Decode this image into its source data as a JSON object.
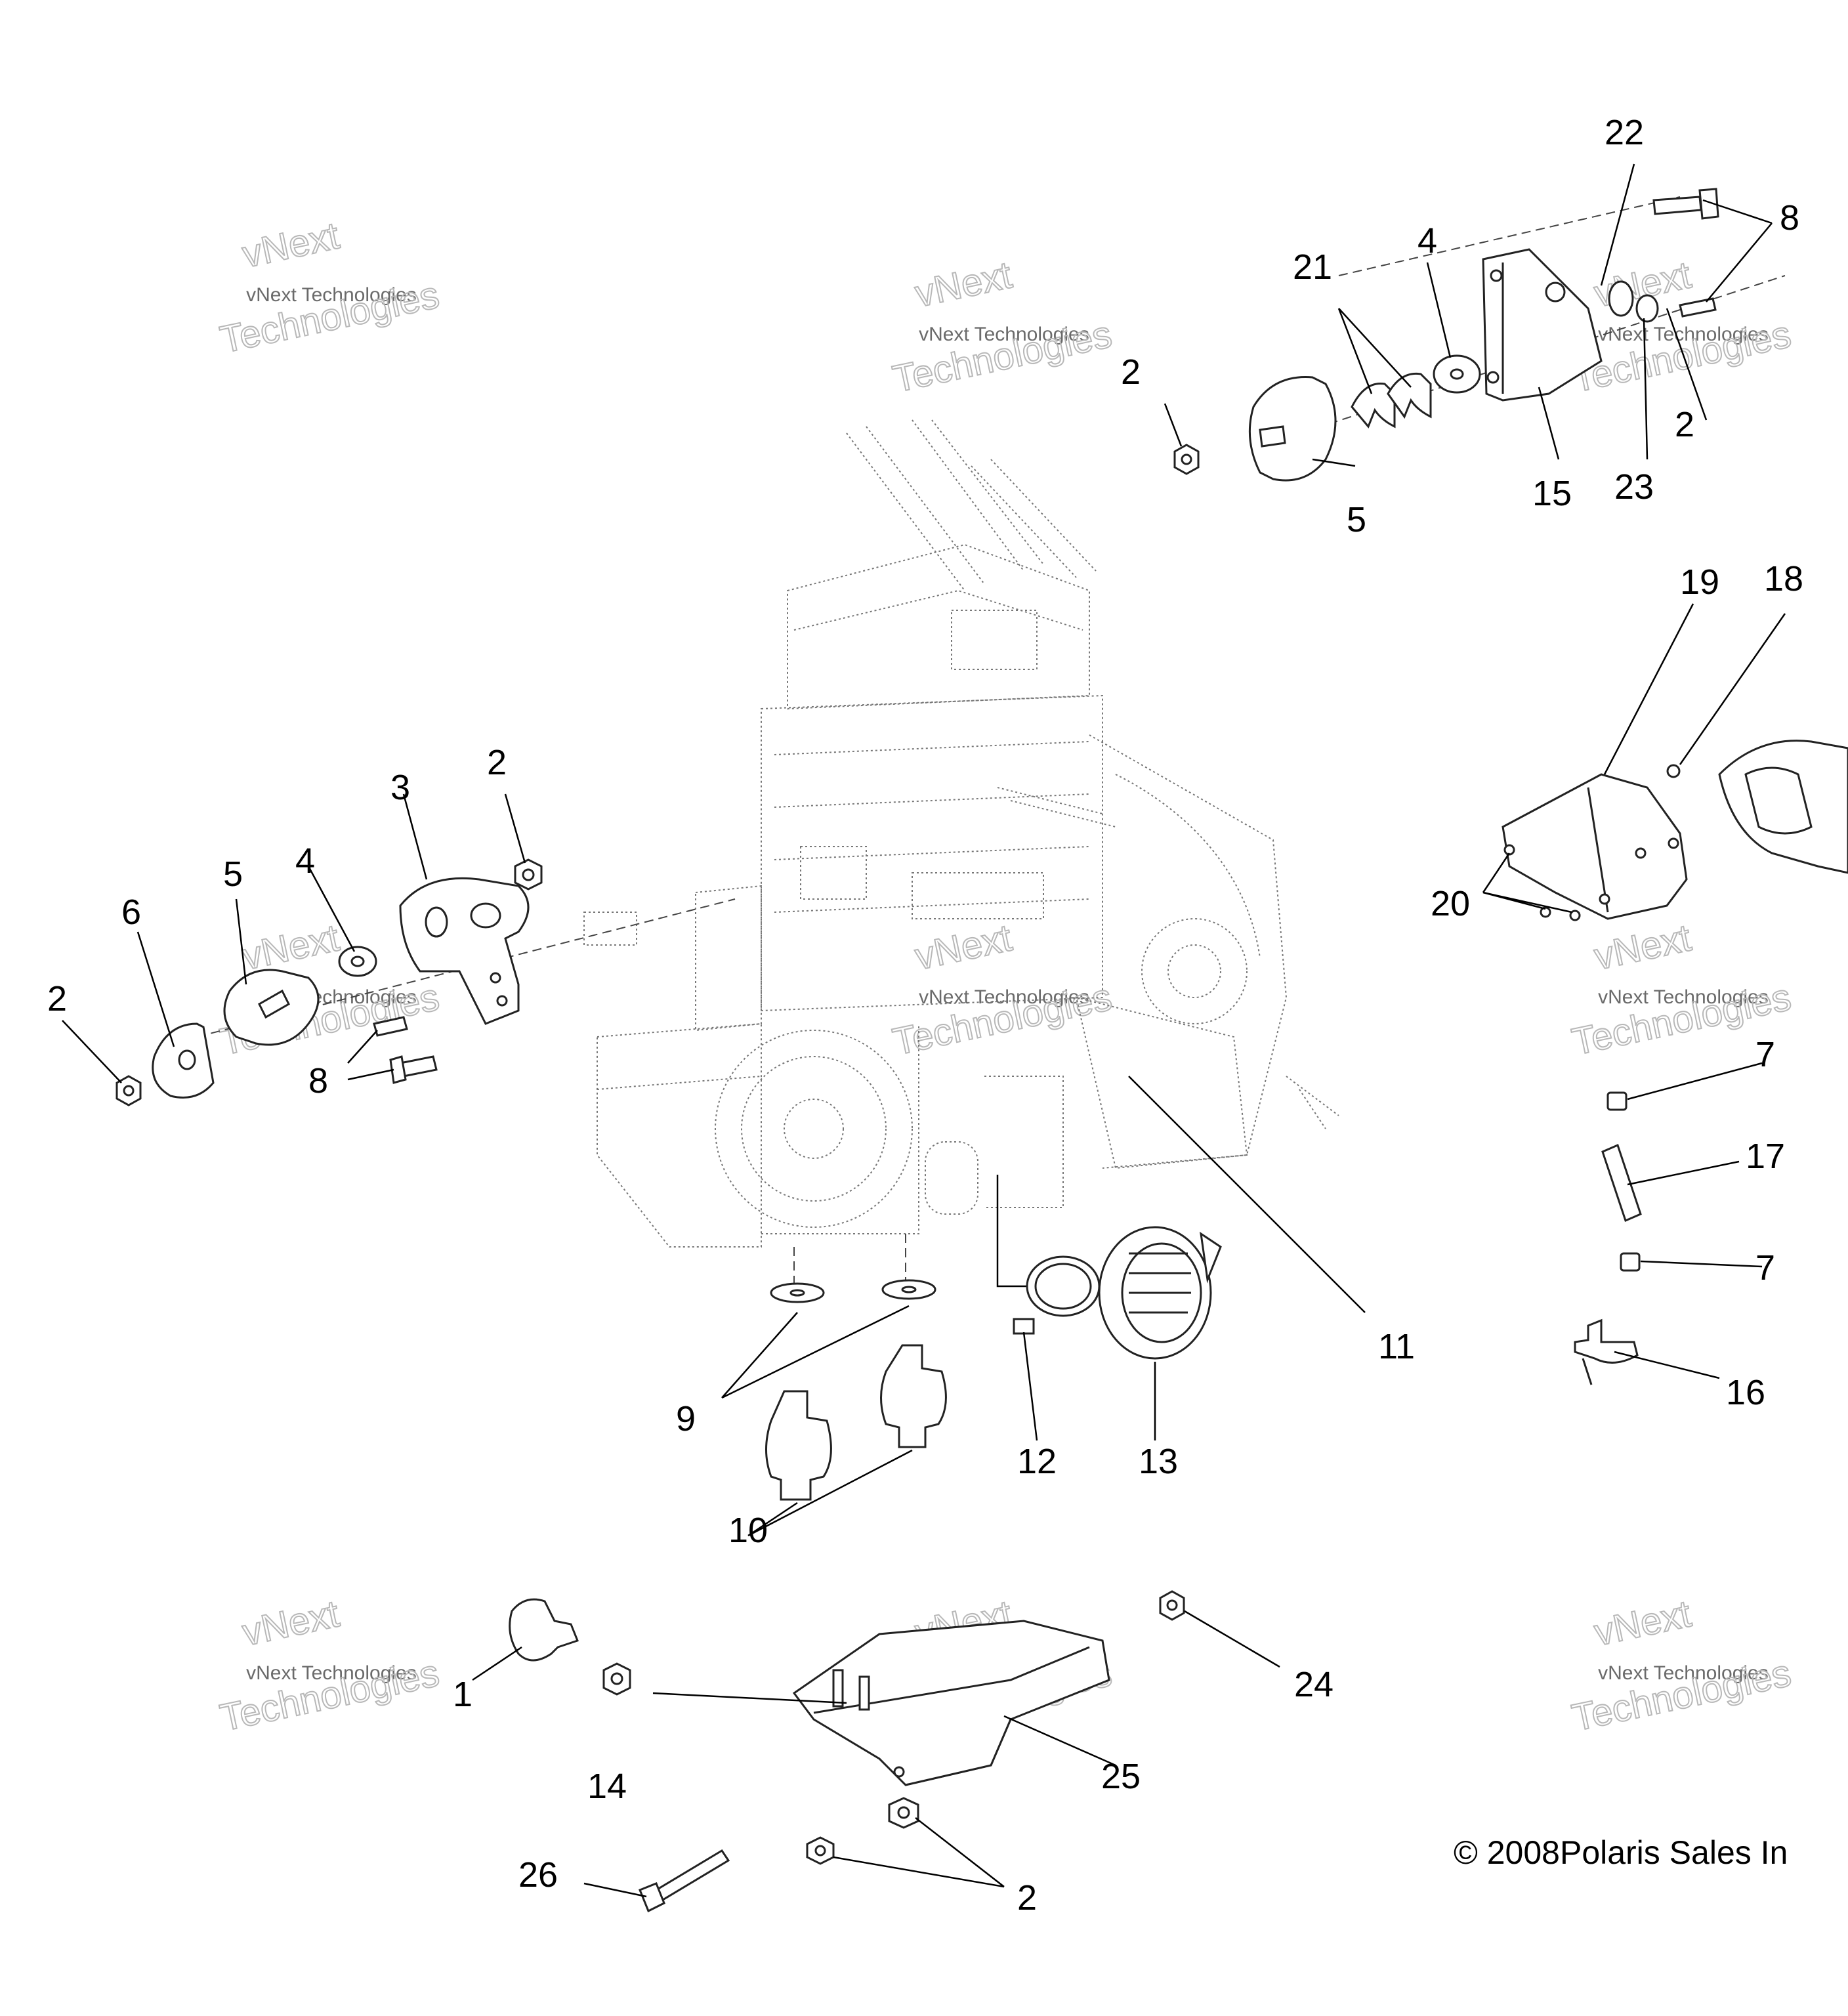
{
  "callouts": [
    "1",
    "2",
    "3",
    "4",
    "5",
    "6",
    "7",
    "8",
    "9",
    "10",
    "11",
    "12",
    "13",
    "14",
    "15",
    "16",
    "17",
    "18",
    "19",
    "20",
    "21",
    "22",
    "23",
    "24",
    "25",
    "26"
  ],
  "watermark": {
    "line1": "vNext Technologies",
    "line2": "vNext",
    "line3": "Technologies"
  },
  "copyright": "© 2008Polaris Sales In"
}
